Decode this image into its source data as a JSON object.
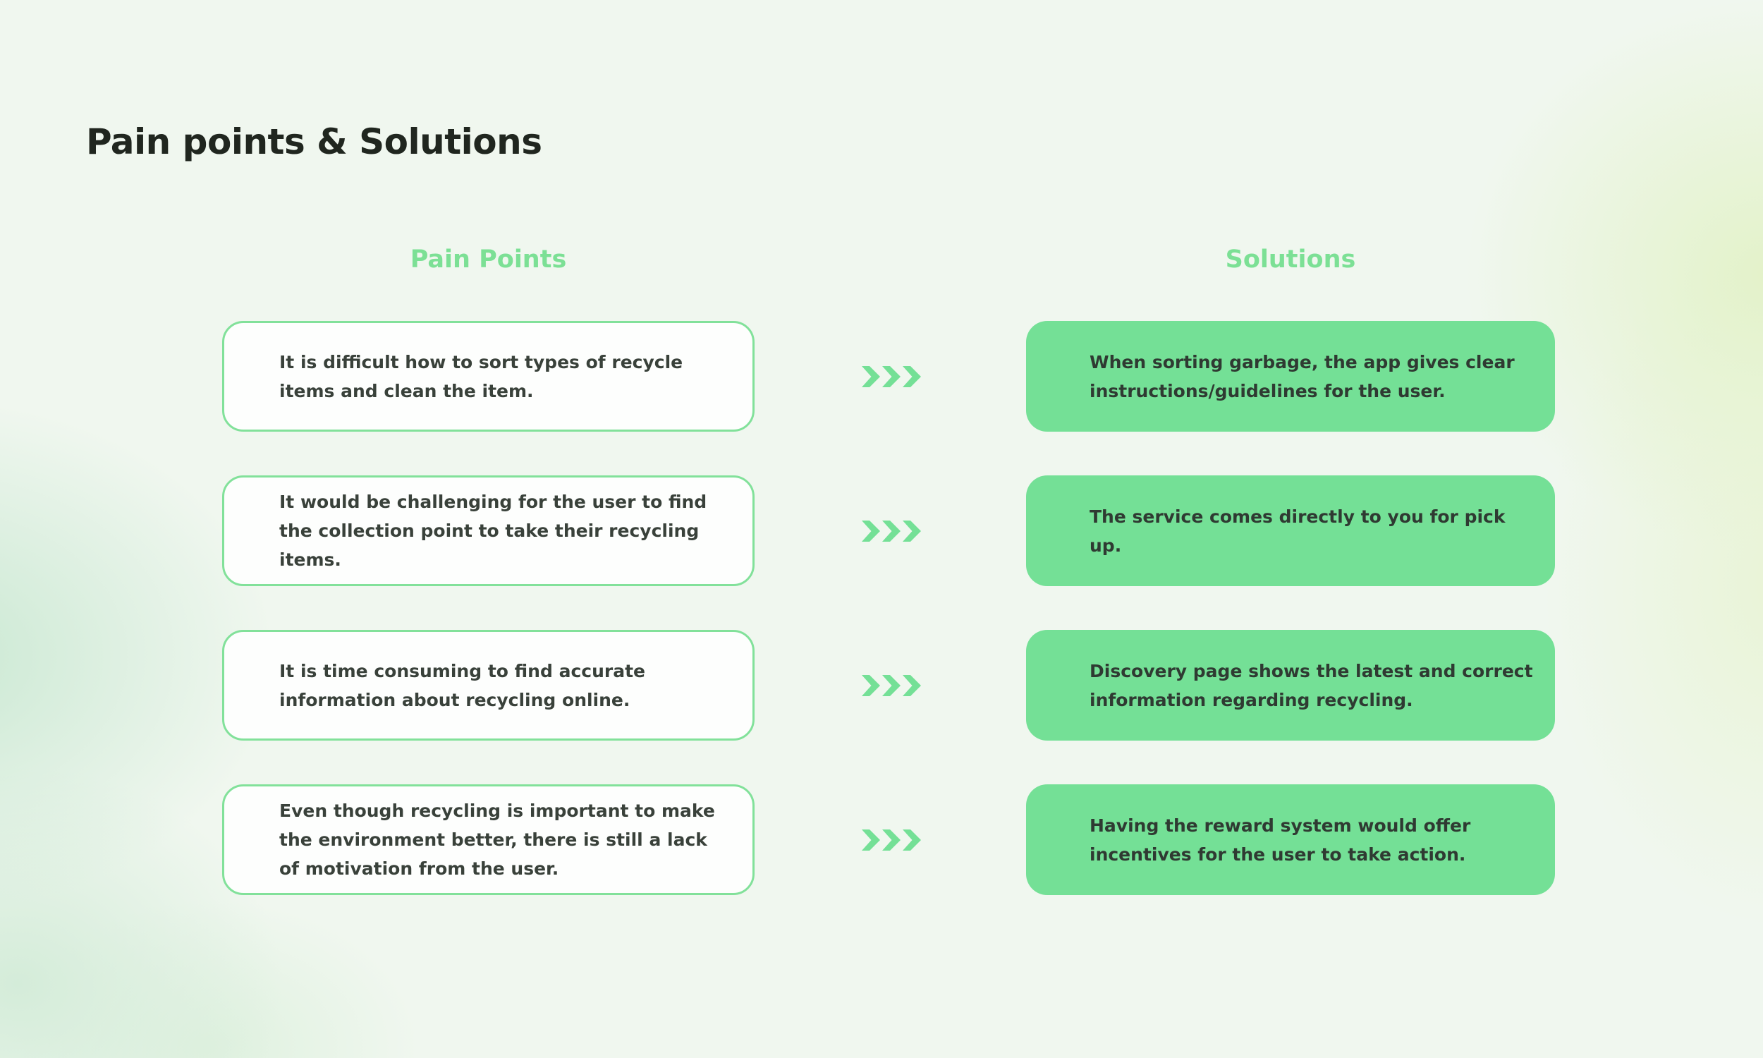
{
  "page_title": "Pain points & Solutions",
  "columns": {
    "pain_header": "Pain Points",
    "solutions_header": "Solutions"
  },
  "rows": [
    {
      "pain": "It is difficult how to sort types of recycle items and clean the item.",
      "solution": "When sorting garbage, the app gives clear instructions/guidelines for the user."
    },
    {
      "pain": "It would be challenging  for the user to find the collection point to take their recycling items.",
      "solution": "The service comes directly to you for pick up."
    },
    {
      "pain": "It is time consuming to find accurate information about recycling online.",
      "solution": "Discovery page shows the latest and correct information regarding recycling."
    },
    {
      "pain": "Even though recycling is important to make the environment better, there is still a lack of motivation from the user.",
      "solution": "Having the reward system would offer incentives for the user to take action."
    }
  ],
  "icons": {
    "arrow": "triple-chevron-right"
  },
  "colors": {
    "accent_green": "#74e096",
    "header_text_green": "#7ce095",
    "card_border_green": "#82e19a",
    "title_text": "#20261f",
    "pain_text": "#39413a",
    "solution_text": "#2f3a32",
    "background_base": "#f0f7ef"
  }
}
